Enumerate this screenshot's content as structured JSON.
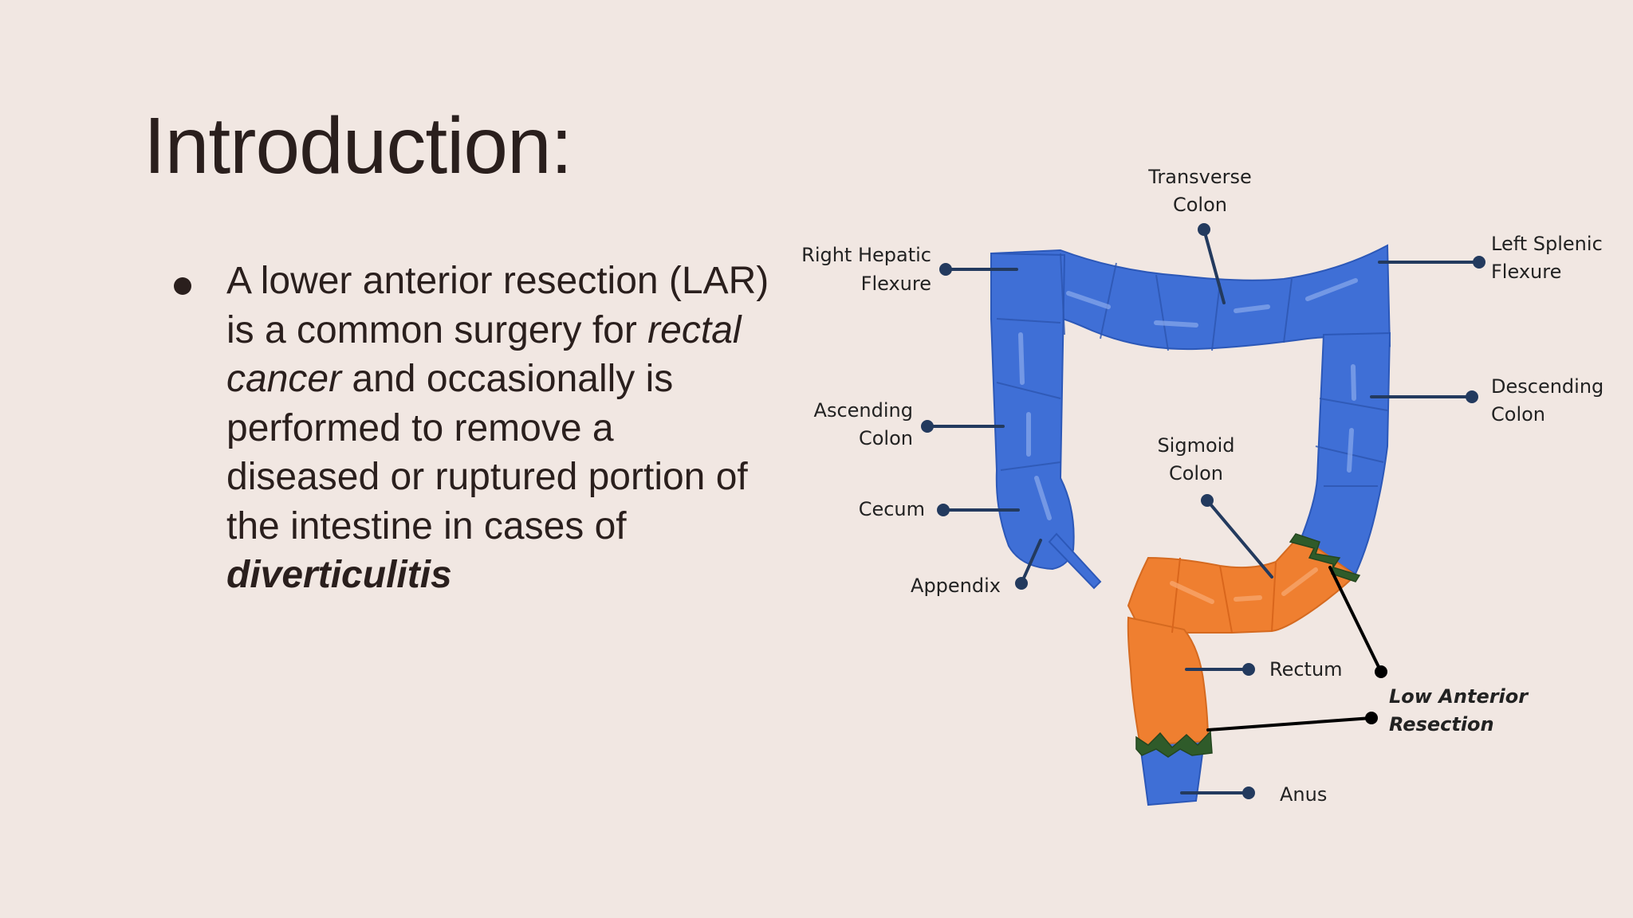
{
  "slide": {
    "title": "Introduction:",
    "bullet": {
      "text_1": "A lower anterior resection (LAR) is a common surgery for ",
      "emphasis_1": "rectal cancer",
      "text_2": " and occasionally is performed to remove a diseased or ruptured portion of the intestine in cases of ",
      "emphasis_2": "diverticulitis"
    }
  },
  "diagram": {
    "labels": {
      "transverse_1": "Transverse",
      "transverse_2": "Colon",
      "right_hepatic_1": "Right Hepatic",
      "right_hepatic_2": "Flexure",
      "left_splenic_1": "Left Splenic",
      "left_splenic_2": "Flexure",
      "ascending_1": "Ascending",
      "ascending_2": "Colon",
      "descending_1": "Descending",
      "descending_2": "Colon",
      "sigmoid_1": "Sigmoid",
      "sigmoid_2": "Colon",
      "cecum": "Cecum",
      "appendix": "Appendix",
      "rectum": "Rectum",
      "anus": "Anus",
      "lar_1": "Low Anterior",
      "lar_2": "Resection"
    },
    "colors": {
      "colon_blue": "#3f6fd6",
      "resected_orange": "#ef7f30",
      "cut_green": "#2f5b2a",
      "leader_navy": "#233a5e"
    }
  }
}
